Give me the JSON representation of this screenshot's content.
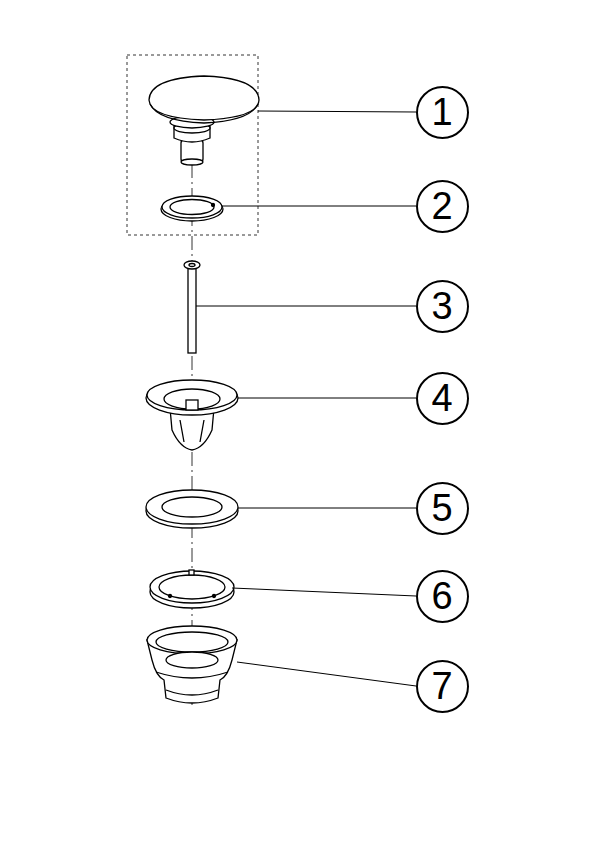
{
  "diagram": {
    "nodes": [
      {
        "text": [
          "1"
        ]
      },
      {
        "text": [
          "2"
        ]
      },
      {
        "text": [
          "3"
        ]
      },
      {
        "text": [
          "4"
        ]
      },
      {
        "text": [
          "5"
        ]
      },
      {
        "text": [
          "6"
        ]
      },
      {
        "text": [
          "7"
        ]
      }
    ]
  }
}
